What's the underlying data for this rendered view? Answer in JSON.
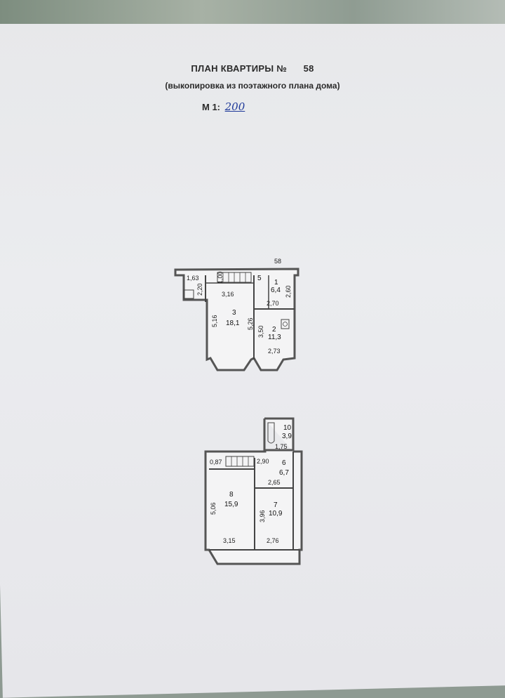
{
  "header": {
    "title": "ПЛАН КВАРТИРЫ №",
    "apartment_number": "58",
    "subtitle": "(выкопировка из поэтажного плана дома)",
    "scale_label": "М 1:",
    "scale_value": "200"
  },
  "upper_floor": {
    "apartment_tag": "58",
    "dims": {
      "d163": "1,63",
      "d220": "2,20",
      "d100": "1,00",
      "d316": "3,16",
      "d516": "5,16",
      "d526": "5,26",
      "d270": "2,70",
      "d260": "2,60",
      "d350": "3,50",
      "d273": "2,73"
    },
    "rooms": [
      {
        "num": "1",
        "area": "6,4"
      },
      {
        "num": "2",
        "area": "11,3"
      },
      {
        "num": "3",
        "area": "18,1"
      },
      {
        "num": "5",
        "area": ""
      }
    ]
  },
  "lower_floor": {
    "dims": {
      "d175": "1,75",
      "d087": "0,87",
      "d290": "2,90",
      "d265": "2,65",
      "d506": "5,06",
      "d396": "3,96",
      "d315": "3,15",
      "d276": "2,76"
    },
    "rooms": [
      {
        "num": "10",
        "area": "3,9"
      },
      {
        "num": "6",
        "area": "6,7"
      },
      {
        "num": "8",
        "area": "15,9"
      },
      {
        "num": "7",
        "area": "10,9"
      }
    ]
  }
}
